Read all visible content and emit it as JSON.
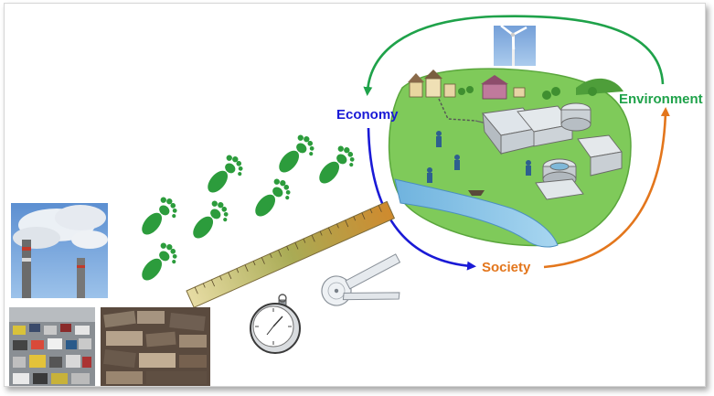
{
  "labels": {
    "economy": "Economy",
    "environment": "Environment",
    "society": "Society"
  },
  "colors": {
    "economy": "#1a1ad6",
    "environment": "#1fa24a",
    "society": "#e3761c",
    "footprint": "#2c9c3c"
  },
  "icons": {
    "footprints": "footprints-icon",
    "ruler": "ruler-icon",
    "stopwatch": "stopwatch-icon",
    "protractor": "protractor-icon",
    "smokestack": "smokestack-photo",
    "traffic": "traffic-jam-photo",
    "scrapyard": "car-scrapyard-photo",
    "wind_turbine": "wind-turbine-icon",
    "treatment_plant": "treatment-plant-illustration"
  }
}
